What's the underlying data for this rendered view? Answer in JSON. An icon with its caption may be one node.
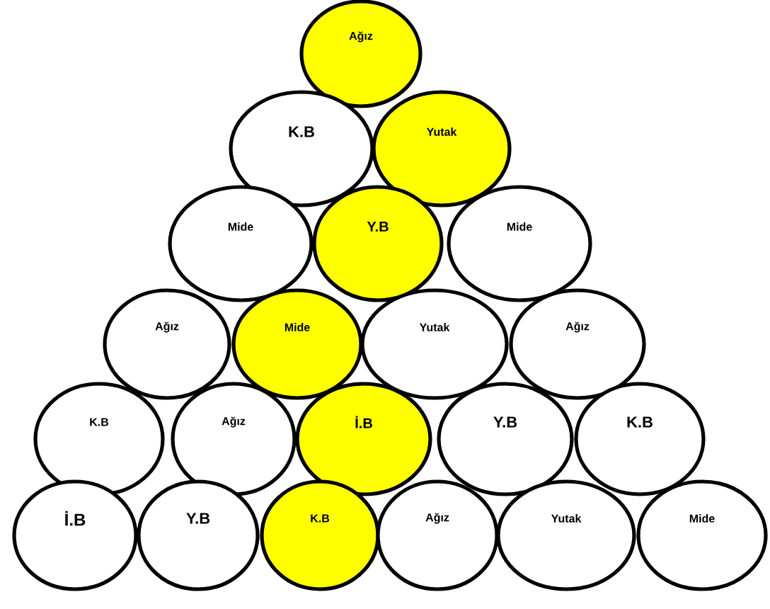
{
  "diagram": {
    "nodes": [
      {
        "text": [
          "Ağız"
        ]
      },
      {
        "text": [
          "K.B"
        ]
      },
      {
        "text": [
          "Yutak"
        ]
      },
      {
        "text": [
          "Mide"
        ]
      },
      {
        "text": [
          "Y.B"
        ]
      },
      {
        "text": [
          "Mide"
        ]
      },
      {
        "text": [
          "Ağız"
        ]
      },
      {
        "text": [
          "Mide"
        ]
      },
      {
        "text": [
          "Yutak"
        ]
      },
      {
        "text": [
          "Ağız"
        ]
      },
      {
        "text": [
          "K.B"
        ]
      },
      {
        "text": [
          "Ağız"
        ]
      },
      {
        "text": [
          "İ.B"
        ]
      },
      {
        "text": [
          "Y.B"
        ]
      },
      {
        "text": [
          "K.B"
        ]
      },
      {
        "text": [
          "İ.B"
        ]
      },
      {
        "text": [
          "Y.B"
        ]
      },
      {
        "text": [
          "K.B"
        ]
      },
      {
        "text": [
          "Ağız"
        ]
      },
      {
        "text": [
          "Yutak"
        ]
      },
      {
        "text": [
          "Mide"
        ]
      }
    ]
  }
}
